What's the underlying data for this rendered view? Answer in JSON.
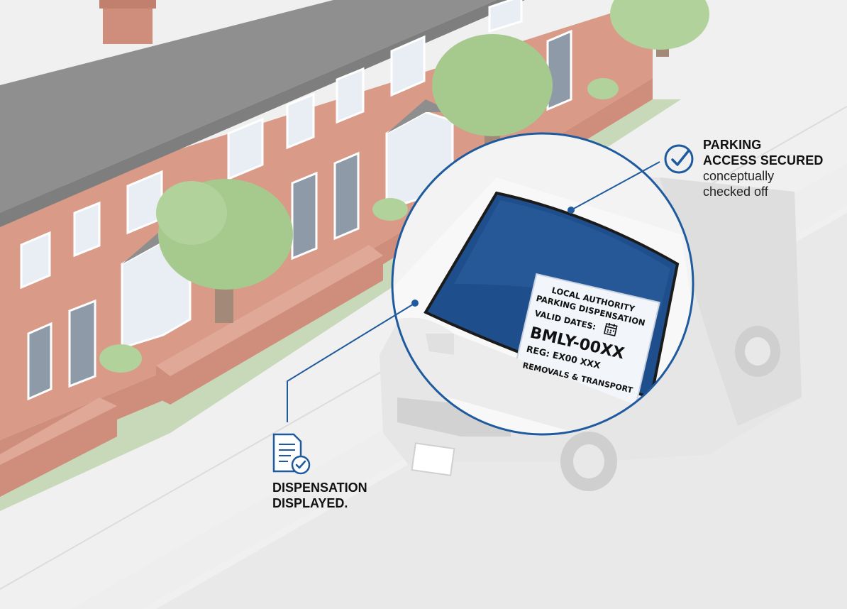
{
  "callouts": {
    "access": {
      "title_line1": "PARKING",
      "title_line2": "ACCESS SECURED",
      "sub_line1": "conceptually",
      "sub_line2": "checked off",
      "icon": "check-circle-icon"
    },
    "dispensation": {
      "line1": "DISPENSATION",
      "line2": "DISPLAYED.",
      "icon": "document-check-icon"
    }
  },
  "permit": {
    "line1": "LOCAL AUTHORITY",
    "line2": "PARKING DISPENSATION",
    "line3": "VALID DATES:",
    "code": "BMLY-00XX",
    "reg": "REG: EX00 XXX",
    "company": "REMOVALS & TRANSPORT",
    "icon": "calendar-icon"
  },
  "colors": {
    "accent": "#1f5a9e",
    "windscreen": "#1e4e8c",
    "brick": "#d99a88",
    "roof": "#8e8e8e",
    "tree": "#a6c98e",
    "van": "#e6e6e6"
  }
}
